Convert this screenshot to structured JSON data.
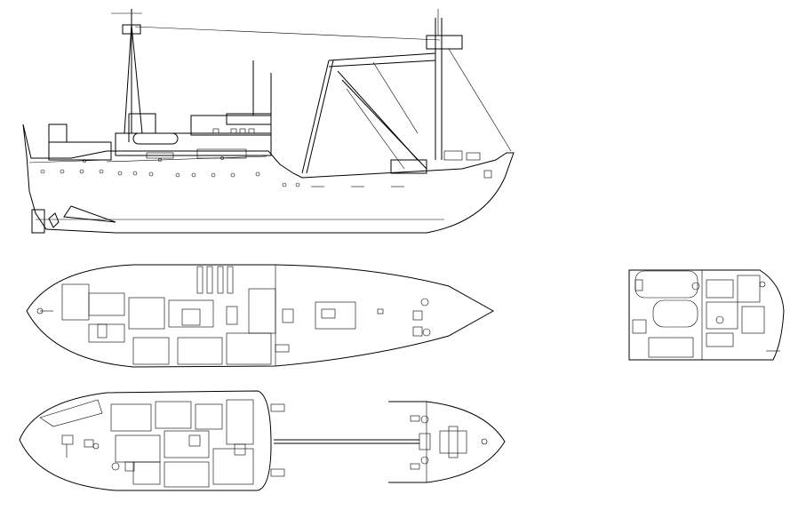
{
  "drawing": {
    "kind": "ship general arrangement CAD line drawing",
    "line_color": "#000000",
    "background_color": "#ffffff",
    "views": [
      {
        "id": "side-elevation"
      },
      {
        "id": "main-deck-plan"
      },
      {
        "id": "lower-deck-plan"
      },
      {
        "id": "bridge-deck-detail"
      }
    ]
  }
}
